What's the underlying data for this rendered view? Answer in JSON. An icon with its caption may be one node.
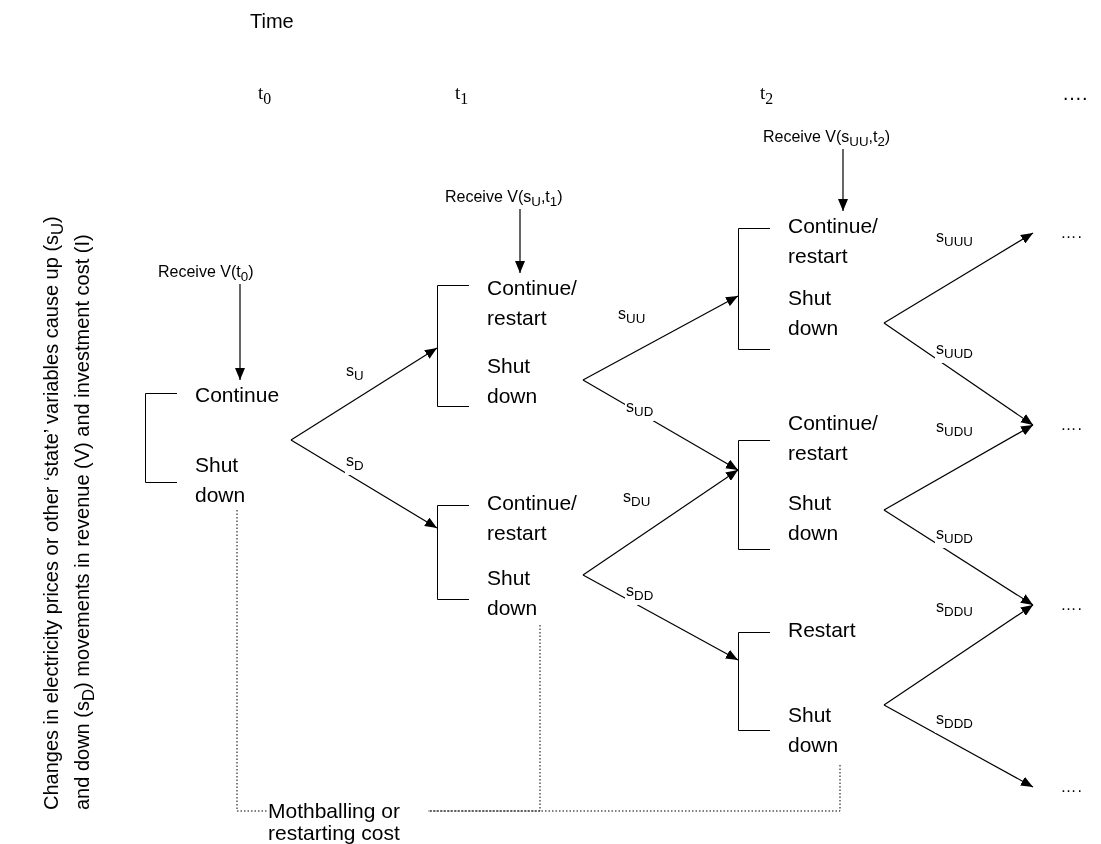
{
  "diagram": {
    "nodes": [
      {
        "text": [
          "Receive V(t$_{0}$)"
        ]
      },
      {
        "text": [
          "Continue",
          "Shut down"
        ]
      },
      {
        "text": [
          "Receive V(s$_{U}$,t$_{1}$)"
        ]
      },
      {
        "text": [
          "Continue/ restart",
          "Shut down"
        ]
      },
      {
        "text": [
          "Continue/ restart",
          "Shut down"
        ]
      },
      {
        "text": [
          "Receive V(s$_{UU}$,t$_{2}$)"
        ]
      },
      {
        "text": [
          "Continue/ restart",
          "Shut down"
        ]
      },
      {
        "text": [
          "Continue/ restart",
          "Shut down"
        ]
      },
      {
        "text": [
          "Restart",
          "Shut down"
        ]
      },
      {
        "text": [
          "…."
        ]
      },
      {
        "text": [
          "…."
        ]
      },
      {
        "text": [
          "…."
        ]
      },
      {
        "text": [
          "…."
        ]
      },
      {
        "text": [
          "Mothballing or restarting cost"
        ]
      }
    ],
    "edges": [
      {
        "from": 0,
        "to": 1,
        "arrow": "to"
      },
      {
        "from": 2,
        "to": 3,
        "arrow": "to"
      },
      {
        "from": 5,
        "to": 6,
        "arrow": "to"
      },
      {
        "from": 1,
        "to": 3,
        "arrow": "to",
        "label": "s$_{U}$"
      },
      {
        "from": 1,
        "to": 4,
        "arrow": "to",
        "label": "s$_{D}$"
      },
      {
        "from": 3,
        "to": 6,
        "arrow": "to",
        "label": "s$_{UU}$"
      },
      {
        "from": 3,
        "to": 7,
        "arrow": "to",
        "label": "s$_{UD}$"
      },
      {
        "from": 4,
        "to": 7,
        "arrow": "to",
        "label": "s$_{DU}$"
      },
      {
        "from": 4,
        "to": 8,
        "arrow": "to",
        "label": "s$_{DD}$"
      },
      {
        "from": 6,
        "to": 9,
        "arrow": "to",
        "label": "s$_{UUU}$"
      },
      {
        "from": 6,
        "to": 10,
        "arrow": "to",
        "label": "s$_{UUD}$"
      },
      {
        "from": 7,
        "to": 10,
        "arrow": "to",
        "label": "s$_{UDU}$"
      },
      {
        "from": 7,
        "to": 11,
        "arrow": "to",
        "label": "s$_{UDD}$"
      },
      {
        "from": 8,
        "to": 11,
        "arrow": "to",
        "label": "s$_{DDU}$"
      },
      {
        "from": 8,
        "to": 12,
        "arrow": "to",
        "label": "s$_{DDD}$"
      },
      {
        "from": 1,
        "to": 13,
        "arrow": "none",
        "style": "dashed"
      },
      {
        "from": 4,
        "to": 13,
        "arrow": "none",
        "style": "dashed"
      },
      {
        "from": 8,
        "to": 13,
        "arrow": "none",
        "style": "dashed"
      }
    ],
    "labels": [
      "Time",
      "t$_{0}$",
      "t$_{1}$",
      "t$_{2}$",
      "….",
      "Changes in electricity prices or other ‘state’ variables cause up (s$_{U}$) and down (s$_{D}$) movements in revenue (V) and investment cost (I)"
    ]
  }
}
